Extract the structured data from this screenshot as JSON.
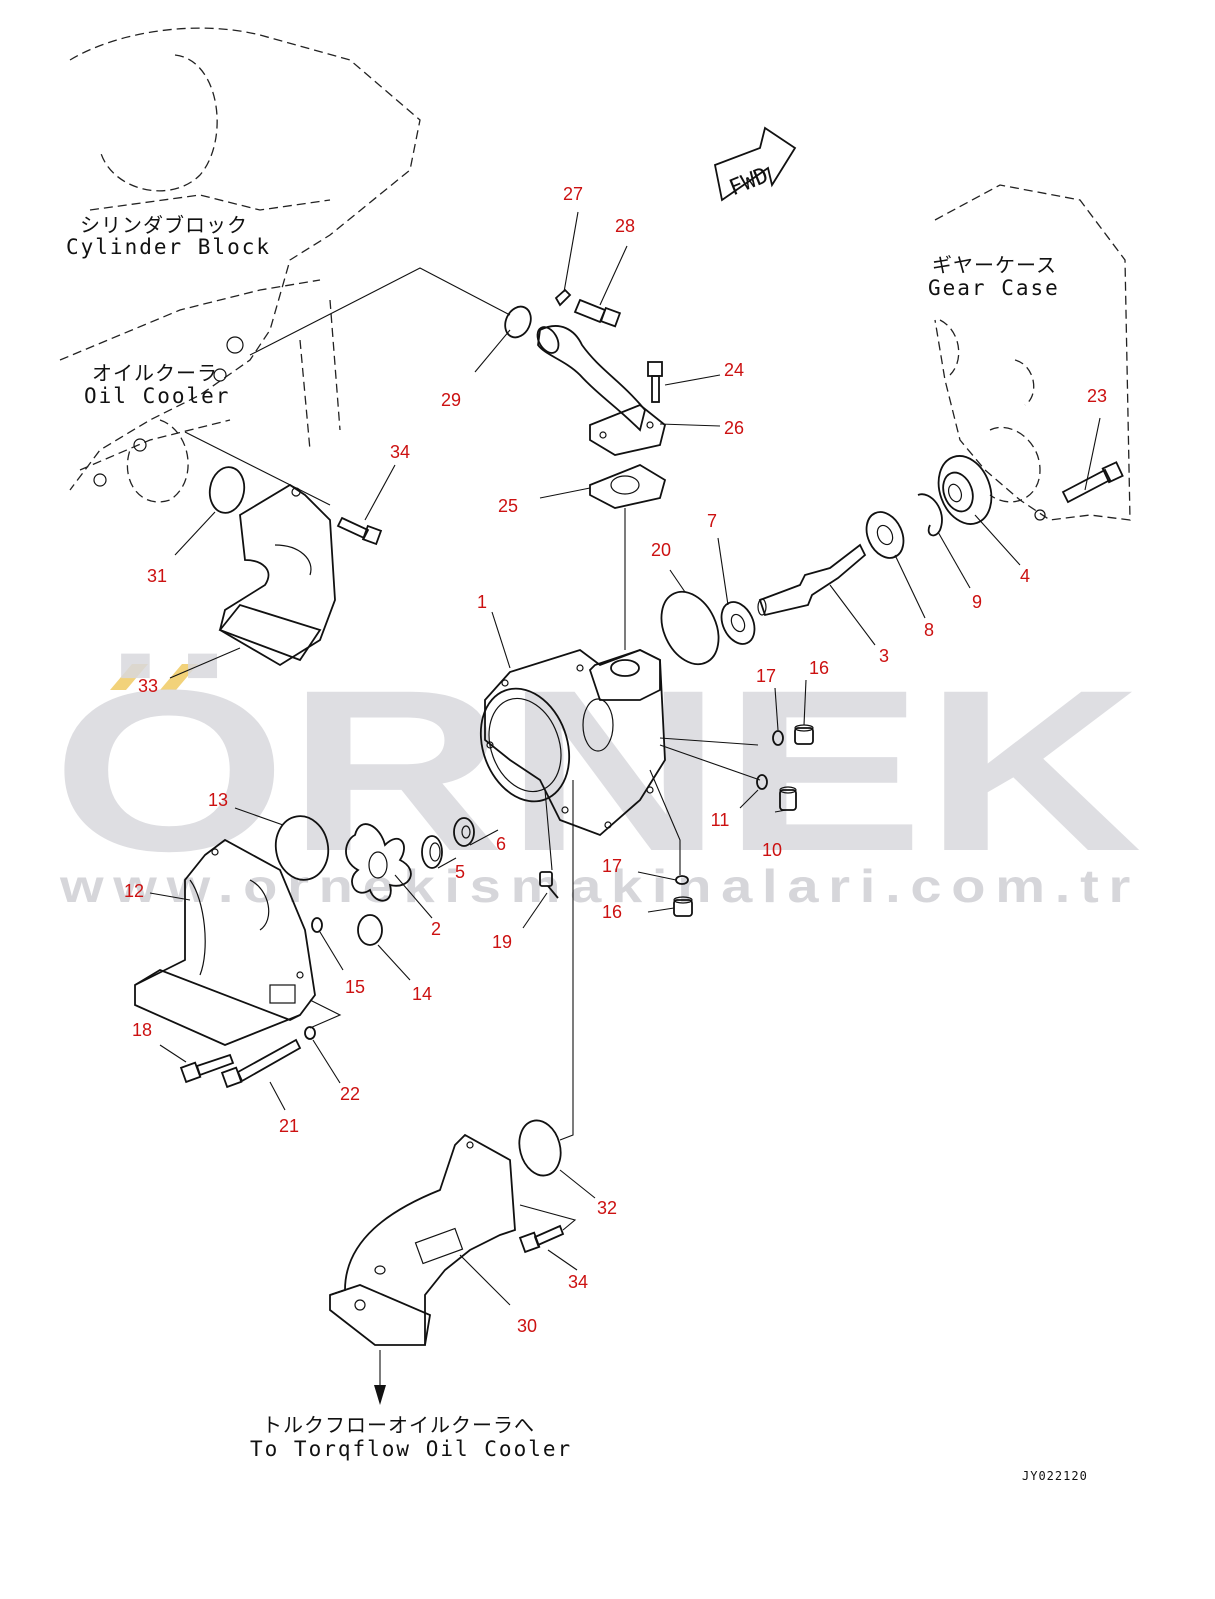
{
  "labels": {
    "cylinder_block_jp": "シリンダブロック",
    "cylinder_block_en": "Cylinder Block",
    "oil_cooler_jp": "オイルクーラ",
    "oil_cooler_en": "Oil Cooler",
    "gear_case_jp": "ギヤーケース",
    "gear_case_en": "Gear Case",
    "torqflow_jp": "トルクフローオイルクーラへ",
    "torqflow_en": "To Torqflow Oil Cooler",
    "fwd": "FWD",
    "drawing_code": "JY022120"
  },
  "watermark": {
    "brand": "ÖRNEK",
    "url": "www.ornekismakinalari.com.tr",
    "accent_color": "#f2d27a"
  },
  "callouts": [
    "1",
    "2",
    "3",
    "4",
    "5",
    "6",
    "7",
    "8",
    "9",
    "10",
    "11",
    "12",
    "13",
    "14",
    "15",
    "16",
    "16",
    "17",
    "17",
    "18",
    "19",
    "20",
    "21",
    "22",
    "23",
    "24",
    "25",
    "26",
    "27",
    "28",
    "29",
    "30",
    "31",
    "32",
    "33",
    "34",
    "34"
  ],
  "colors": {
    "callout": "#cc1111",
    "line": "#111111",
    "watermark": "#d9d9dd"
  }
}
